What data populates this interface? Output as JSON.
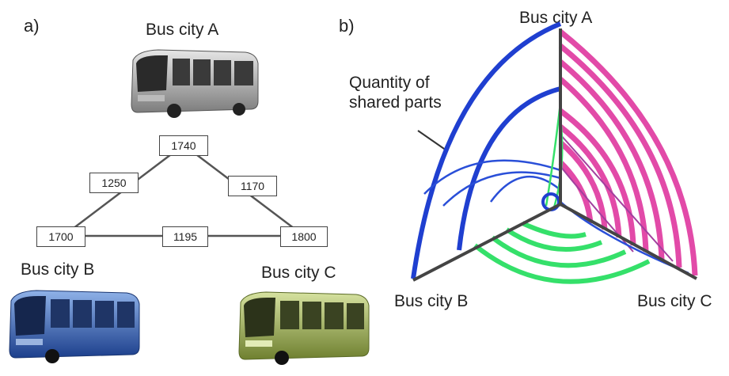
{
  "panel_a": {
    "label": "a)",
    "bus_a": "Bus city A",
    "bus_b": "Bus city B",
    "bus_c": "Bus city C",
    "values": {
      "node_a": "1740",
      "node_b": "1700",
      "node_c": "1800",
      "edge_ab": "1250",
      "edge_ac": "1170",
      "edge_bc": "1195"
    }
  },
  "panel_b": {
    "label": "b)",
    "axis_a": "Bus city A",
    "axis_b": "Bus city B",
    "axis_c": "Bus city C",
    "annotation": "Quantity of shared parts"
  },
  "colors": {
    "bus_a": "#9a9a9a",
    "bus_b": "#2f5fb8",
    "bus_c": "#9cae52",
    "blue_arcs": "#1f3fd0",
    "magenta_arcs": "#e24aa8",
    "green_arcs": "#35e06a"
  }
}
